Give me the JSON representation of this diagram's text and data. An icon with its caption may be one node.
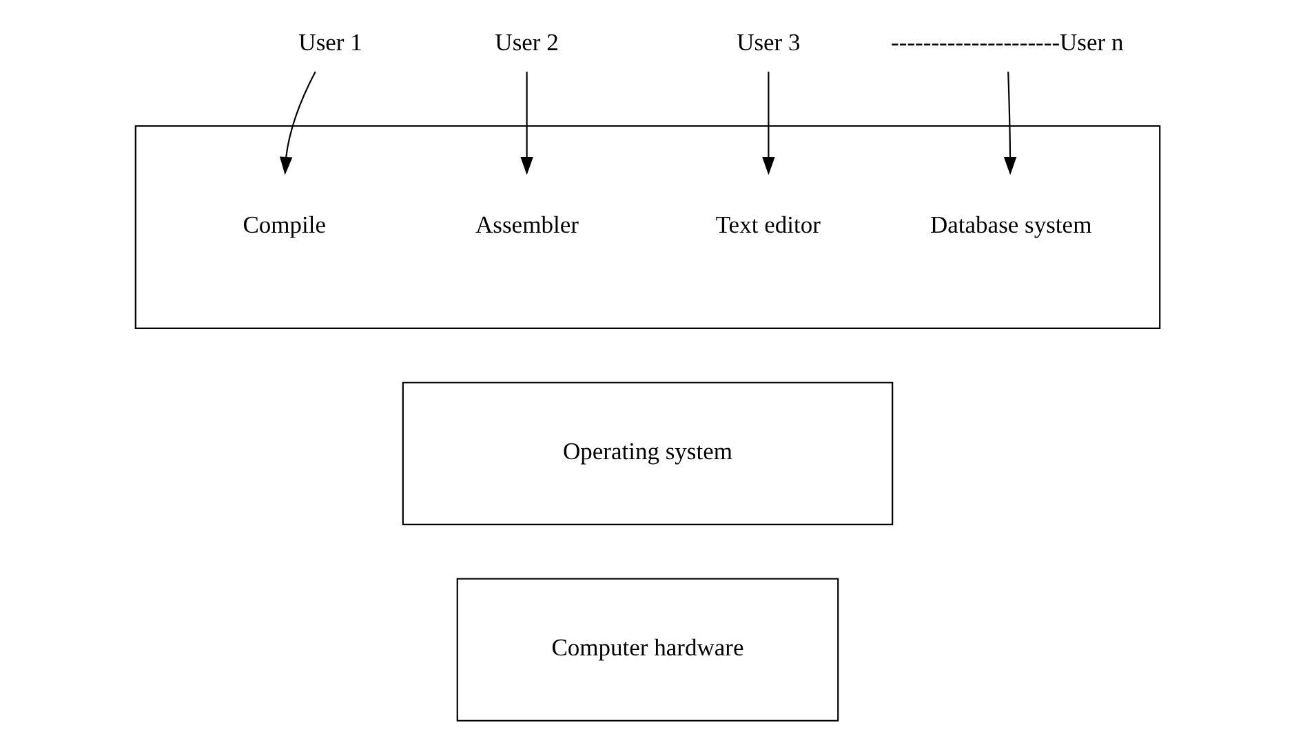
{
  "diagram": {
    "nodes": [
      {
        "text": [
          "User 1"
        ]
      },
      {
        "text": [
          "User 2"
        ]
      },
      {
        "text": [
          "User 3"
        ]
      },
      {
        "text": [
          "---------------------User n"
        ]
      },
      {
        "text": [
          "Compile",
          "Assembler",
          "Text editor",
          "Database system"
        ]
      },
      {
        "text": [
          "Operating system"
        ]
      },
      {
        "text": [
          "Computer hardware"
        ]
      }
    ],
    "edges": [
      {
        "from": 0,
        "to": 4,
        "arrow": "to"
      },
      {
        "from": 1,
        "to": 4,
        "arrow": "to"
      },
      {
        "from": 2,
        "to": 4,
        "arrow": "to"
      },
      {
        "from": 3,
        "to": 4,
        "arrow": "to"
      }
    ]
  }
}
